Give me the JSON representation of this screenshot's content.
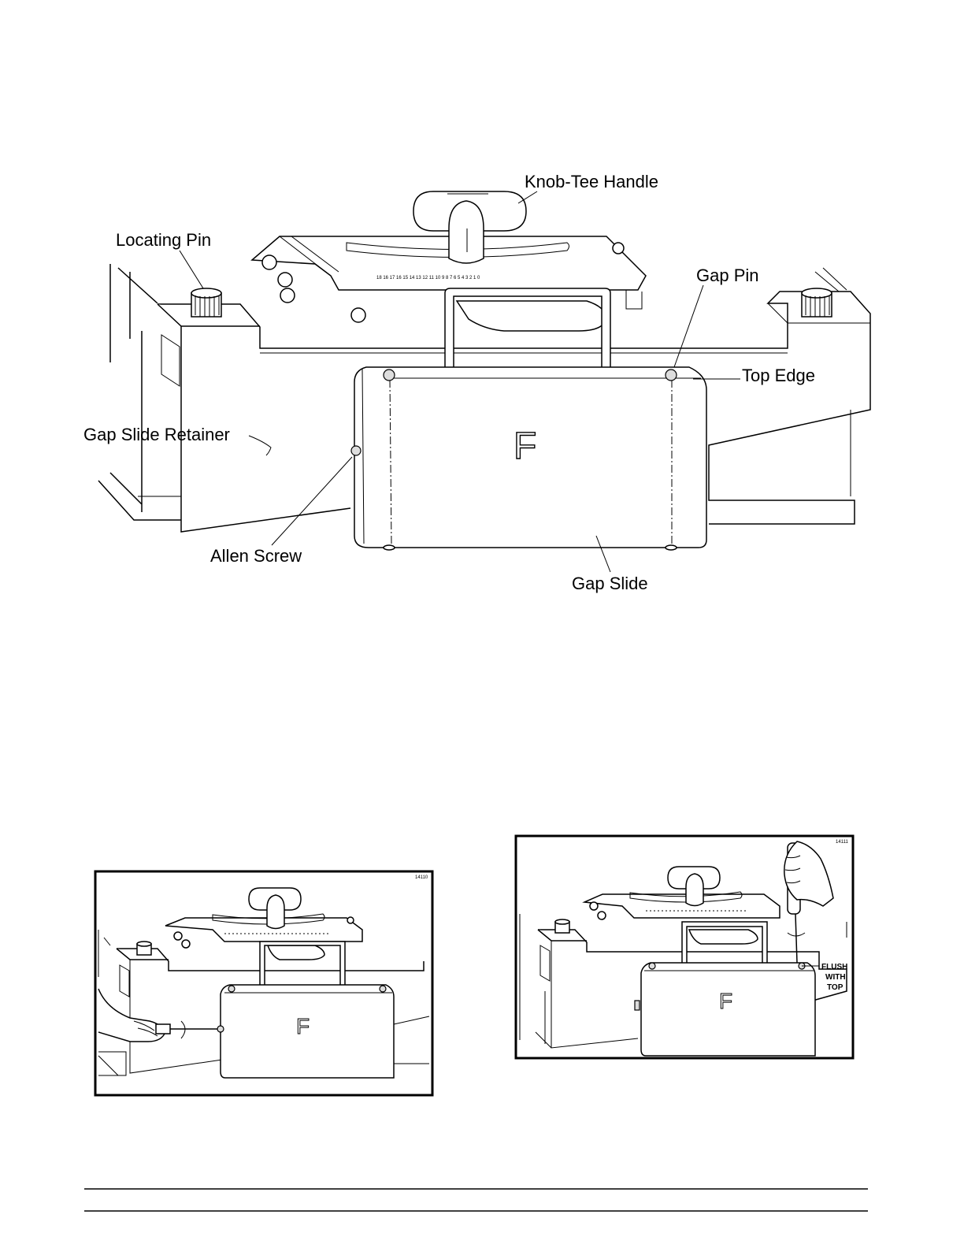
{
  "main_figure": {
    "labels": {
      "knob_tee_handle": "Knob-Tee Handle",
      "locating_pin": "Locating Pin",
      "gap_pin": "Gap Pin",
      "top_edge": "Top Edge",
      "gap_slide_retainer": "Gap Slide Retainer",
      "allen_screw": "Allen Screw",
      "gap_slide": "Gap Slide"
    },
    "slide_letter": "F",
    "scale_numbers": "18 16 17 16 15 14 13 12 11 10 9 8 7 6 5 4 3 2 1 0"
  },
  "figure_left": {
    "ref_number": "14110",
    "slide_letter": "F"
  },
  "figure_right": {
    "ref_number": "14111",
    "slide_letter": "F",
    "callout": [
      "FLUSH",
      "WITH",
      "TOP"
    ]
  }
}
